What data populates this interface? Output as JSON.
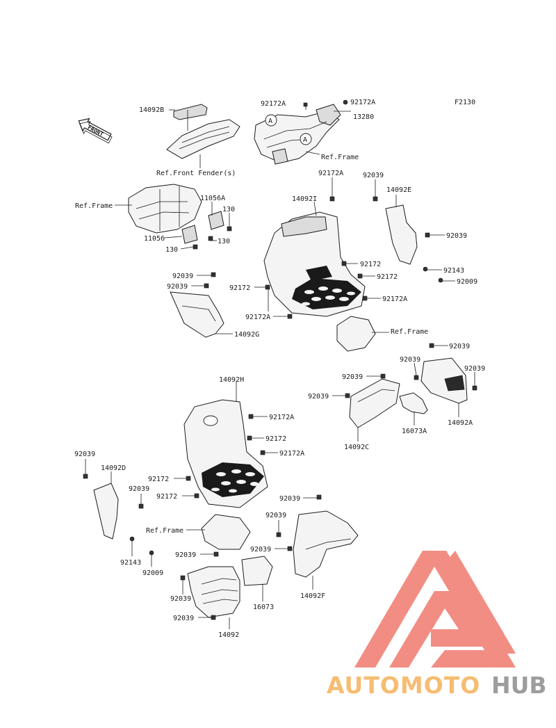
{
  "figure_code": "F2130",
  "front_arrow_label": "FRONT",
  "callout_marker": "A",
  "labels": {
    "p14092B": "14092B",
    "ref_front_fender": "Ref.Front Fender(s)",
    "p92172A_top_left": "92172A",
    "p92172A_top_right": "92172A",
    "p13280": "13280",
    "ref_frame_top": "Ref.Frame",
    "p92172A_mid": "92172A",
    "p92039_top": "92039",
    "p14092I": "14092I",
    "p14092E": "14092E",
    "ref_frame_left": "Ref.Frame",
    "p11056A": "11056A",
    "p130_a": "130",
    "p11056": "11056",
    "p130_b": "130",
    "p130_c": "130",
    "p92039_e": "92039",
    "p92172_a": "92172",
    "p92143_a": "92143",
    "p92009_a": "92009",
    "p92039_g1": "92039",
    "p92039_g2": "92039",
    "p92172_b": "92172",
    "p92172_c": "92172",
    "p92172A_b": "92172A",
    "p92172A_c": "92172A",
    "p14092G": "14092G",
    "ref_frame_mid": "Ref.Frame",
    "p92039_a1": "92039",
    "p92039_a2": "92039",
    "p92039_a3": "92039",
    "p14092A": "14092A",
    "p92039_c1": "92039",
    "p92039_c2": "92039",
    "p16073A": "16073A",
    "p14092C": "14092C",
    "p14092H": "14092H",
    "p92172A_h1": "92172A",
    "p92172_h2": "92172",
    "p92172A_h3": "92172A",
    "p92039_d1": "92039",
    "p14092D": "14092D",
    "p92039_d2": "92039",
    "p92172_h4": "92172",
    "p92172_h5": "92172",
    "ref_frame_bottom": "Ref.Frame",
    "p92143_d": "92143",
    "p92009_d": "92009",
    "p92039_f1": "92039",
    "p92039_f2": "92039",
    "p92039_f3": "92039",
    "p14092F": "14092F",
    "p92039_b1": "92039",
    "p92039_b2": "92039",
    "p92039_b3": "92039",
    "p16073": "16073",
    "p14092": "14092"
  },
  "watermark": {
    "part1": "AUTOMOTO",
    "part2": "HUB",
    "color_red": "#f07a6e",
    "color_orange": "#f5b15a",
    "color_gray": "#8c8c8c"
  }
}
